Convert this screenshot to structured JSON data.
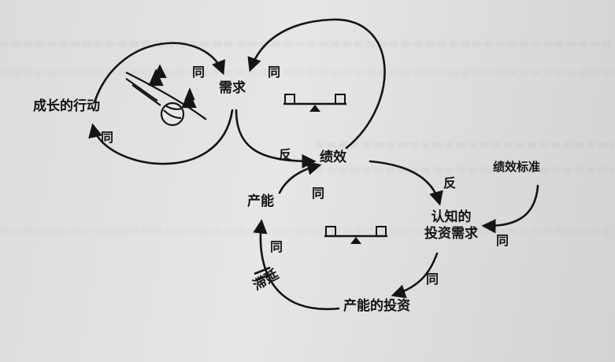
{
  "nodes": {
    "growth_action": "成长的行动",
    "demand": "需求",
    "performance": "绩效",
    "performance_standard": "绩效标准",
    "perceived_need_line1": "认知的",
    "perceived_need_line2": "投资需求",
    "capacity": "产能",
    "capacity_investment": "产能的投资",
    "delay": "滞延"
  },
  "link_labels": {
    "action_to_demand": "同",
    "performance_to_demand": "同",
    "demand_to_action": "同",
    "demand_to_performance": "反",
    "capacity_to_performance": "同",
    "performance_to_perceived_need": "反",
    "standard_to_perceived_need": "同",
    "perceived_need_to_investment": "同",
    "delay_to_capacity": "同"
  },
  "loop_markers": [
    {
      "type": "balancing",
      "icon": "seesaw-icon"
    },
    {
      "type": "balancing",
      "icon": "seesaw-icon"
    }
  ],
  "illustration": {
    "icon": "snowball-hill-icon"
  },
  "colors": {
    "ink": "#141414",
    "paper": "#dedede"
  }
}
